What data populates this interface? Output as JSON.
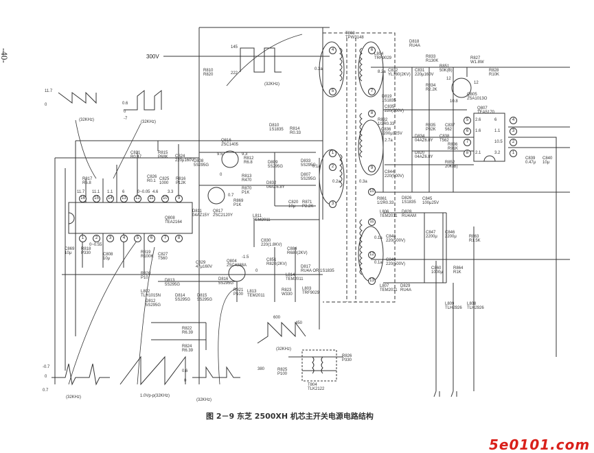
{
  "page_number": "-40-",
  "caption": "图 2－9  东芝 2500XH 机芯主开关电源电路结构",
  "watermark_logo": "5e0101.com",
  "input_voltage": "300V",
  "colors": {
    "ink": "#333333",
    "logo": "#d9201a"
  },
  "ics": [
    {
      "ref": "Q808",
      "part": "TEA2164",
      "top_pins": [
        "16",
        "15",
        "14",
        "13",
        "12",
        "11",
        "10",
        "9"
      ],
      "bottom_pins": [
        "1",
        "2",
        "3",
        "4",
        "5",
        "6",
        "7",
        "8"
      ],
      "top_voltages": [
        "11.7",
        "11.1",
        "1.1",
        "6",
        "0~0.05",
        "4.6",
        "3.3"
      ],
      "bottom_voltages": [
        "0~0.55"
      ]
    },
    {
      "ref": "Q807",
      "part": "TEA5170",
      "left_pins": [
        "5",
        "6",
        "7",
        "8"
      ],
      "right_pins": [
        "4",
        "3",
        "2",
        "1"
      ],
      "left_voltages": [
        "2.6",
        "1.6",
        "",
        "2.1"
      ],
      "right_voltages": [
        "6",
        "1.1",
        "10.5",
        "3.2"
      ]
    }
  ],
  "transformers": [
    {
      "ref": "T803",
      "part": "TPW3148",
      "pins": [
        "4",
        "5",
        "1",
        "2",
        "3",
        "6",
        "7",
        "8",
        "9",
        "10",
        "11",
        "12",
        "13"
      ]
    },
    {
      "ref": "T804",
      "part": "TLK2122"
    }
  ],
  "components": [
    {
      "ref": "D818",
      "value": "RU4A"
    },
    {
      "ref": "L804",
      "value": "TRF9029"
    },
    {
      "ref": "C832",
      "value": "YL180(2KV)"
    },
    {
      "ref": "C831",
      "value": "220μ160V"
    },
    {
      "ref": "R833",
      "value": "R130K"
    },
    {
      "ref": "R851",
      "value": "50K(B)"
    },
    {
      "ref": "R834",
      "value": "R2.2K"
    },
    {
      "ref": "R827",
      "value": "W1.8W"
    },
    {
      "ref": "R828",
      "value": "R10K"
    },
    {
      "ref": "Q805",
      "value": "2SA1013O"
    },
    {
      "ref": "C835",
      "value": "220(500V)"
    },
    {
      "ref": "D819",
      "value": "1S1835"
    },
    {
      "ref": "R832",
      "value": "1/2R0.33"
    },
    {
      "ref": "C836",
      "value": "2200μ125V"
    },
    {
      "ref": "D834",
      "value": "04AZ6.8Y"
    },
    {
      "ref": "D820",
      "value": "04AZ6.8Y"
    },
    {
      "ref": "R835",
      "value": "P82K"
    },
    {
      "ref": "C837",
      "value": "562"
    },
    {
      "ref": "C838",
      "value": "T562"
    },
    {
      "ref": "R836",
      "value": "R91K"
    },
    {
      "ref": "R852",
      "value": "20K(B)"
    },
    {
      "ref": "C839",
      "value": "0.47μ"
    },
    {
      "ref": "C840",
      "value": "10μ"
    },
    {
      "ref": "C844",
      "value": "220(500V)"
    },
    {
      "ref": "R861",
      "value": "1/2R0.33"
    },
    {
      "ref": "D826",
      "value": "1S1835"
    },
    {
      "ref": "C845",
      "value": "100μ25V"
    },
    {
      "ref": "Q816",
      "value": "2SC1405"
    },
    {
      "ref": "D808",
      "value": "5S295G"
    },
    {
      "ref": "R812",
      "value": "R6.8"
    },
    {
      "ref": "D809",
      "value": "5S295G"
    },
    {
      "ref": "D810",
      "value": "1S1835"
    },
    {
      "ref": "R814",
      "value": "R0.33"
    },
    {
      "ref": "D833",
      "value": "5S295G"
    },
    {
      "ref": "D807",
      "value": "5S295G"
    },
    {
      "ref": "R813",
      "value": "R470"
    },
    {
      "ref": "R870",
      "value": "P1K"
    },
    {
      "ref": "R869",
      "value": "P1K"
    },
    {
      "ref": "D832",
      "value": "04AZ6.8Y"
    },
    {
      "ref": "C820",
      "value": "10μ"
    },
    {
      "ref": "R871",
      "value": "P2.2K"
    },
    {
      "ref": "D811",
      "value": "04AZ15Y"
    },
    {
      "ref": "Q817",
      "value": "2SC2120Y"
    },
    {
      "ref": "C821",
      "value": "R0.47"
    },
    {
      "ref": "R815",
      "value": "P68K"
    },
    {
      "ref": "C824",
      "value": "220μ160V"
    },
    {
      "ref": "C826",
      "value": "R0.1"
    },
    {
      "ref": "C825",
      "value": "1000"
    },
    {
      "ref": "R816",
      "value": "P12K"
    },
    {
      "ref": "R817",
      "value": "R6.8"
    },
    {
      "ref": "C869",
      "value": "10μ"
    },
    {
      "ref": "R818",
      "value": "P330"
    },
    {
      "ref": "C808",
      "value": "10μ"
    },
    {
      "ref": "R819",
      "value": "R100K"
    },
    {
      "ref": "C827",
      "value": "T560"
    },
    {
      "ref": "R810",
      "value": "R820"
    },
    {
      "ref": "L811",
      "value": "TEM2011"
    },
    {
      "ref": "C830",
      "value": "220(1.8KV)"
    },
    {
      "ref": "C851",
      "value": "R820(2KV)"
    },
    {
      "ref": "C884",
      "value": "R680(2KV)"
    },
    {
      "ref": "D817",
      "value": "RU4A OR 1S1835"
    },
    {
      "ref": "L814",
      "value": "TEM2011"
    },
    {
      "ref": "R823",
      "value": "W330"
    },
    {
      "ref": "L803",
      "value": "TRF9029"
    },
    {
      "ref": "Q804",
      "value": "2SC4288A"
    },
    {
      "ref": "C829",
      "value": "47μ160V"
    },
    {
      "ref": "R820",
      "value": "P10"
    },
    {
      "ref": "D813",
      "value": "5S295G"
    },
    {
      "ref": "D814",
      "value": "5S295G"
    },
    {
      "ref": "D815",
      "value": "5S295G"
    },
    {
      "ref": "D816",
      "value": "5S295G"
    },
    {
      "ref": "D812",
      "value": "5S295G"
    },
    {
      "ref": "L802",
      "value": "TLH1015N"
    },
    {
      "ref": "R821",
      "value": "P100"
    },
    {
      "ref": "L813",
      "value": "TEM2011"
    },
    {
      "ref": "R822",
      "value": "R6.39"
    },
    {
      "ref": "R824",
      "value": "R6.39"
    },
    {
      "ref": "R826",
      "value": "P330"
    },
    {
      "ref": "R825",
      "value": "P100"
    },
    {
      "ref": "L806",
      "value": "TEM2011"
    },
    {
      "ref": "D828",
      "value": "RU4AM"
    },
    {
      "ref": "C848",
      "value": "220(500V)"
    },
    {
      "ref": "C847",
      "value": "2200μ"
    },
    {
      "ref": "C846",
      "value": "2200μ"
    },
    {
      "ref": "R863",
      "value": "R1.5K"
    },
    {
      "ref": "C849",
      "value": "220(500V)"
    },
    {
      "ref": "C860",
      "value": "1000μ"
    },
    {
      "ref": "R864",
      "value": "R1K"
    },
    {
      "ref": "L807",
      "value": "TEM2011"
    },
    {
      "ref": "D829",
      "value": "RU4A"
    },
    {
      "ref": "L809",
      "value": "TLH2926"
    },
    {
      "ref": "L808",
      "value": "TLH2926"
    }
  ],
  "annotations": [
    "145",
    "222",
    "(32KHz)",
    "11.7",
    "0",
    "(32KHz)",
    "0.6",
    "0",
    "-7",
    "(32KHz)",
    "600",
    "450",
    "(32KHz)",
    "-0.7",
    "0",
    "0.7",
    "(32KHz)",
    "1.0Vp-p(32KHz)",
    "0.6",
    "0",
    "(32KHz)",
    "0.3a",
    "8.2a",
    "0.1a",
    "0.2a",
    "2.7a",
    "0.3a",
    "0.1a",
    "0.1a",
    "9.5",
    "9.3",
    "0",
    "0.7",
    "-1.5",
    "0",
    "12",
    "12",
    "10.8",
    "380"
  ]
}
